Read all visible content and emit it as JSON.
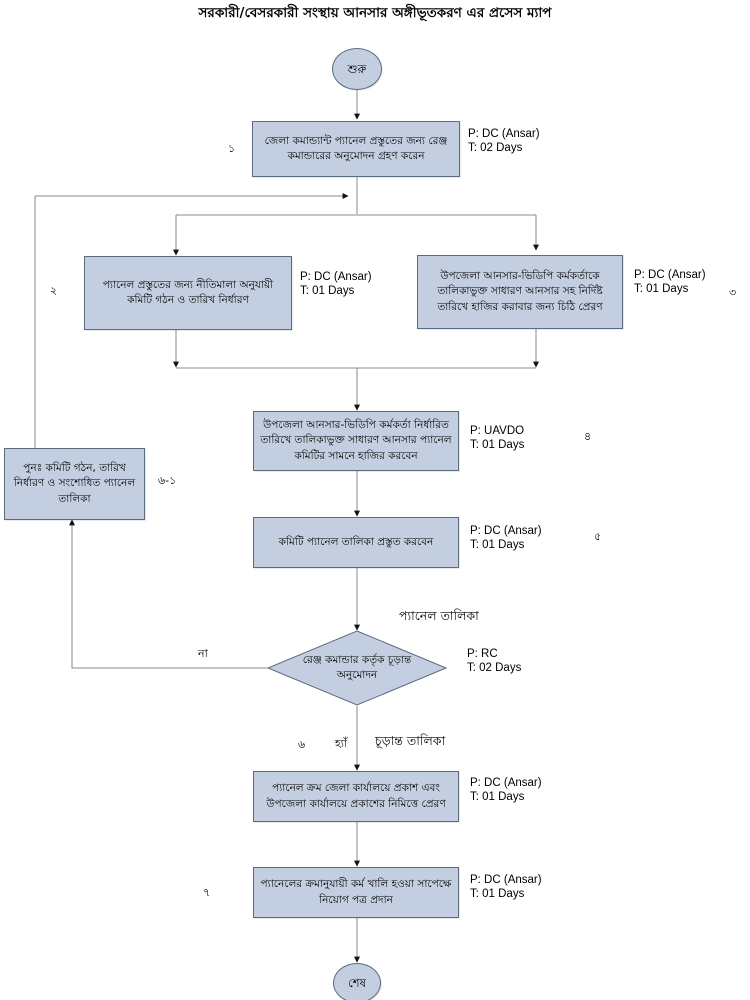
{
  "title": "সরকারী/বেসরকারী সংস্থায় আনসার অঙ্গীভূতকরণ এর প্রসেস ম্যাপ",
  "nodes": {
    "start": {
      "label": "শুরু"
    },
    "step1": {
      "label": "জেলা কমান্ড্যান্ট প্যানেল প্রস্তুতের জন্য রেঞ্জ কমান্ডারের অনুমোদন গ্রহণ করেন"
    },
    "step2": {
      "label": "প্যানেল প্রস্তুতের জন্য নীতিমালা অনুযায়ী কমিটি গঠন ও তারিখ নির্ধারণ"
    },
    "step3": {
      "label": "উপজেলা আনসার-ভিডিপি কর্মকর্তাকে তালিকাভুক্ত সাধারণ আনসার সহ নির্দিষ্ট তারিখে হাজির করাবার জন্য চিঠি প্রেরণ"
    },
    "step4": {
      "label": "উপজেলা আনসার-ভিডিপি কর্মকর্তা নির্ধারিত তারিখে তালিকাভুক্ত সাধারণ আনসার প্যানেল কমিটির সামনে হাজির করবেন"
    },
    "step5": {
      "label": "কমিটি প্যানেল তালিকা প্রস্তুত করবেন"
    },
    "rework": {
      "label": "পুনঃ  কমিটি গঠন, তারিখ নির্ধারণ ও সংশোধিত প্যানেল তালিকা"
    },
    "decision": {
      "label": "রেঞ্জ কমান্ডার কর্তৃক চূড়ান্ত অনুমোদন"
    },
    "step6": {
      "label": "প্যানেল ক্রম জেলা কার্যালয়ে প্রকাশ এবং উপজেলা কার্যালয়ে প্রকাশের নিমিত্তে প্রেরণ"
    },
    "step7": {
      "label": "প্যানেলের ক্রমানুযায়ী কর্ম খালি হওয়া সাপেক্ষে নিয়োগ পত্র প্রদান"
    },
    "end": {
      "label": "শেষ"
    }
  },
  "meta": {
    "step1": "P: DC (Ansar)\nT: 02 Days",
    "step2": "P: DC (Ansar)\nT: 01 Days",
    "step3": "P: DC (Ansar)\nT: 01 Days",
    "step4": "P: UAVDO\nT: 01 Days",
    "step5": "P: DC (Ansar)\nT: 01 Days",
    "decision": "P: RC\nT: 02 Days",
    "step6": "P: DC (Ansar)\nT: 01 Days",
    "step7": "P: DC (Ansar)\nT: 01 Days"
  },
  "markers": {
    "step1": "১",
    "step2": "২",
    "step3": "৩",
    "step4": "৪",
    "step5": "৫",
    "rework": "৬-১",
    "decision_yes_num": "৬",
    "step7": "৭"
  },
  "edge_labels": {
    "panel_talika": "প্যানেল তালিকা",
    "no": "না",
    "yes": "হ্যাঁ",
    "final_list": "চূড়ান্ত তালিকা"
  },
  "colors": {
    "node_fill": "#c3cfe0",
    "node_stroke": "#5b6b80",
    "connector": "#808080",
    "text": "#000000",
    "background": "#ffffff"
  }
}
